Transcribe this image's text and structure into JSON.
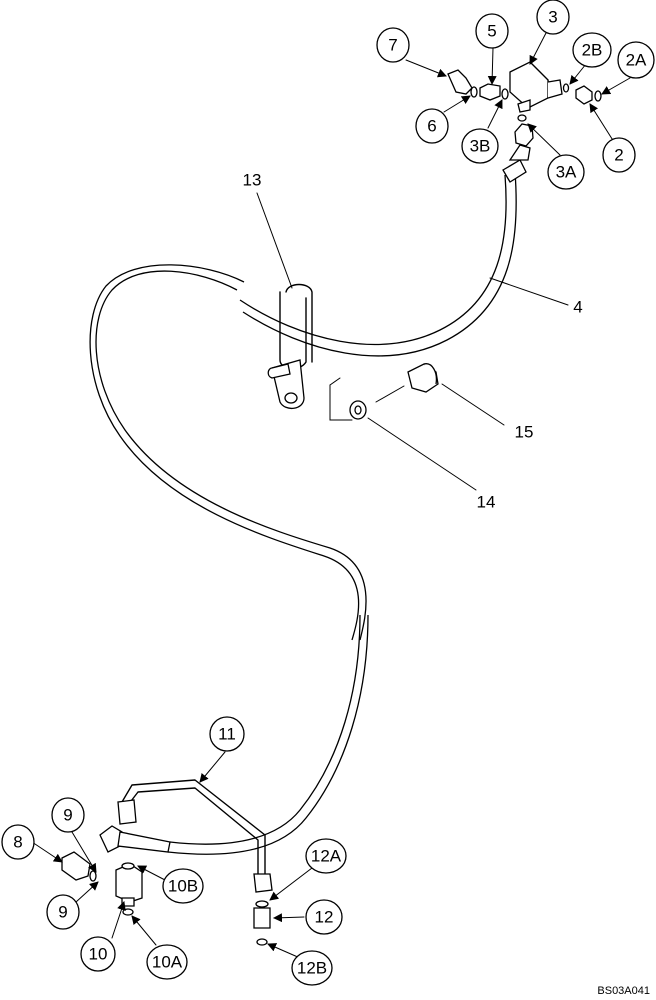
{
  "callouts": {
    "c2": "2",
    "c2A": "2A",
    "c2B": "2B",
    "c3": "3",
    "c3A": "3A",
    "c3B": "3B",
    "c5": "5",
    "c6": "6",
    "c7": "7",
    "c8": "8",
    "c9a": "9",
    "c9b": "9",
    "c10": "10",
    "c10A": "10A",
    "c10B": "10B",
    "c11": "11",
    "c12": "12",
    "c12A": "12A",
    "c12B": "12B"
  },
  "labels": {
    "l4": "4",
    "l13": "13",
    "l14": "14",
    "l15": "15"
  },
  "drawing_code": "BS03A041"
}
